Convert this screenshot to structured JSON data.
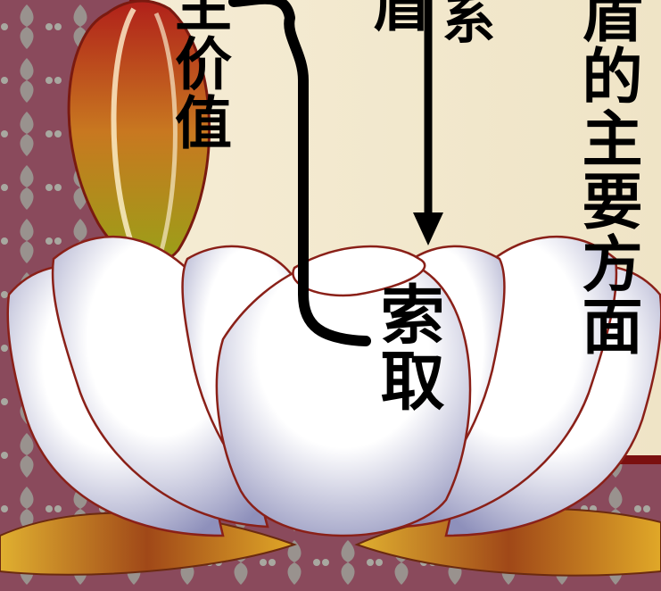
{
  "labels": {
    "left_column": "主价值",
    "middle_column": "盾",
    "middle_column_2": "系",
    "right_column": "盾的主要方面",
    "bottom_column": "索取"
  },
  "colors": {
    "background": "#8a4a5c",
    "panel": "#f3ead2",
    "panel_border": "#7b1010",
    "petal": "#ffffff",
    "petal_shade": "#9a9cc4",
    "leaf_gold": "#d8a020",
    "leaf_dark": "#6b2a10",
    "arrow": "#000000"
  },
  "icons": {
    "decoration": "lotus-flower-icon",
    "bud": "lotus-bud-icon",
    "arrow": "down-arrow-icon",
    "brace": "curly-brace-icon"
  }
}
